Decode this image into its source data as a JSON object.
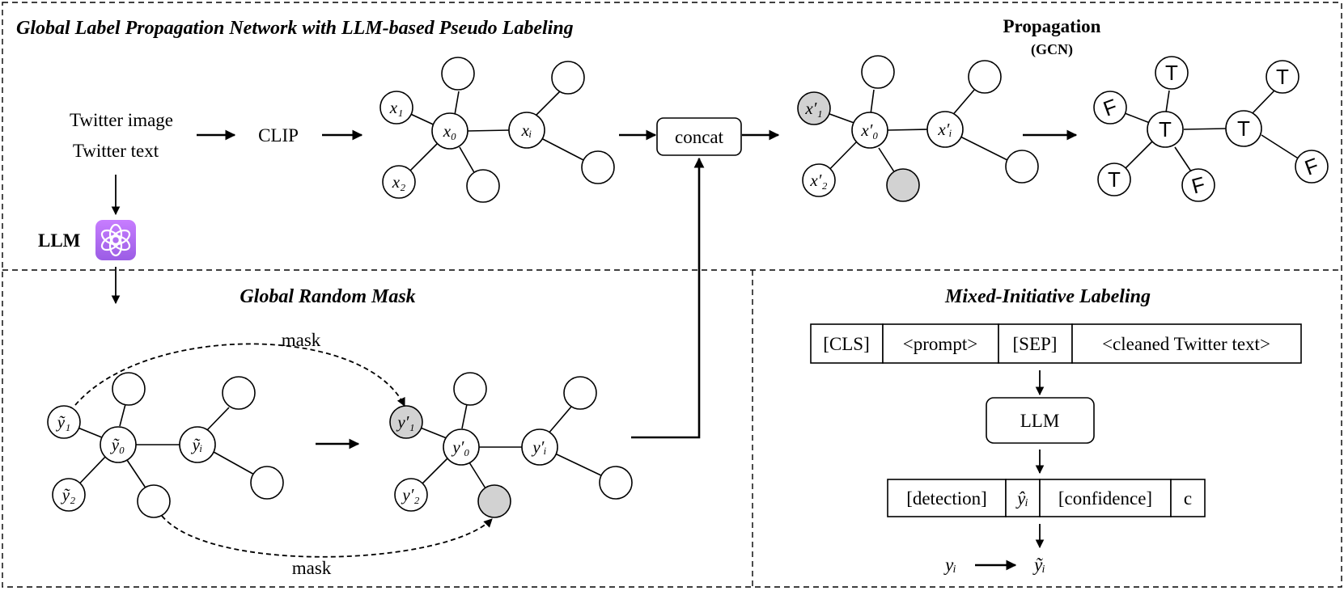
{
  "titles": {
    "main": "Global Label Propagation Network with LLM-based Pseudo Labeling",
    "propagation": "Propagation",
    "propagation_sub": "(GCN)",
    "mask_panel": "Global Random Mask",
    "mixed_panel": "Mixed-Initiative Labeling"
  },
  "inputs": {
    "image": "Twitter image",
    "text": "Twitter text"
  },
  "steps": {
    "clip": "CLIP",
    "concat": "concat",
    "llm": "LLM"
  },
  "nodes": {
    "x1": "x₁",
    "x0": "x₀",
    "xi": "xᵢ",
    "x2": "x₂",
    "xp1": "x′₁",
    "xp0": "x′₀",
    "xpi": "x′ᵢ",
    "xp2": "x′₂",
    "yt1": "ỹ₁",
    "yt0": "ỹ₀",
    "yti": "ỹᵢ",
    "yt2": "ỹ₂",
    "yp1": "y′₁",
    "yp0": "y′₀",
    "ypi": "y′ᵢ",
    "yp2": "y′₂"
  },
  "gcn_labels": {
    "true": "T",
    "false": "F"
  },
  "mask_labels": {
    "top": "mask",
    "bottom": "mask"
  },
  "mixed": {
    "input_tokens": [
      "[CLS]",
      "<prompt>",
      "[SEP]",
      "<cleaned Twitter text>"
    ],
    "llm": "LLM",
    "output_tokens": [
      "[detection]",
      "ŷᵢ",
      "[confidence]",
      "c"
    ],
    "final_from": "yᵢ",
    "final_to": "ỹᵢ"
  },
  "colors": {
    "masked_node": "#d2d2d2",
    "llm_icon_top": "#c77dff",
    "llm_icon_bottom": "#9b5de5"
  },
  "icons": {
    "llm_logo": "openai-logo-icon"
  }
}
